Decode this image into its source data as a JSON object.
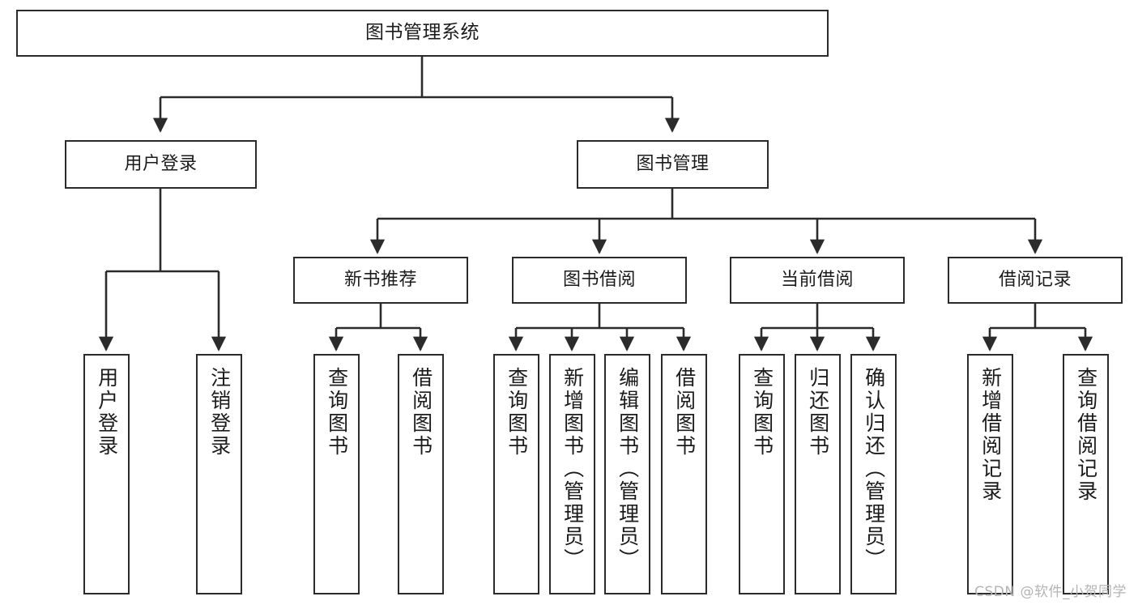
{
  "diagram": {
    "title": "图书管理系统",
    "type": "tree-hierarchy-chart",
    "colors": {
      "box_border": "#2b2b2b",
      "box_fill": "#ffffff",
      "edge": "#2b2b2b",
      "text": "#1b1b1b",
      "watermark": "#b4b4b4",
      "background": "#ffffff"
    },
    "root": {
      "label": "图书管理系统"
    },
    "level1": [
      {
        "label": "用户登录"
      },
      {
        "label": "图书管理"
      }
    ],
    "level2": [
      {
        "label": "新书推荐"
      },
      {
        "label": "图书借阅"
      },
      {
        "label": "当前借阅"
      },
      {
        "label": "借阅记录"
      }
    ],
    "leaves": {
      "user_login": [
        {
          "label": "用户登录"
        },
        {
          "label": "注销登录"
        }
      ],
      "new_book_recommend": [
        {
          "label": "查询图书"
        },
        {
          "label": "借阅图书"
        }
      ],
      "book_borrow": [
        {
          "label": "查询图书"
        },
        {
          "label": "新增图书（管理员）"
        },
        {
          "label": "编辑图书（管理员）"
        },
        {
          "label": "借阅图书"
        }
      ],
      "current_borrow": [
        {
          "label": "查询图书"
        },
        {
          "label": "归还图书"
        },
        {
          "label": "确认归还（管理员）"
        }
      ],
      "borrow_record": [
        {
          "label": "新增借阅记录"
        },
        {
          "label": "查询借阅记录"
        }
      ]
    }
  },
  "watermark": {
    "text": "CSDN @软件_小贺同学"
  }
}
